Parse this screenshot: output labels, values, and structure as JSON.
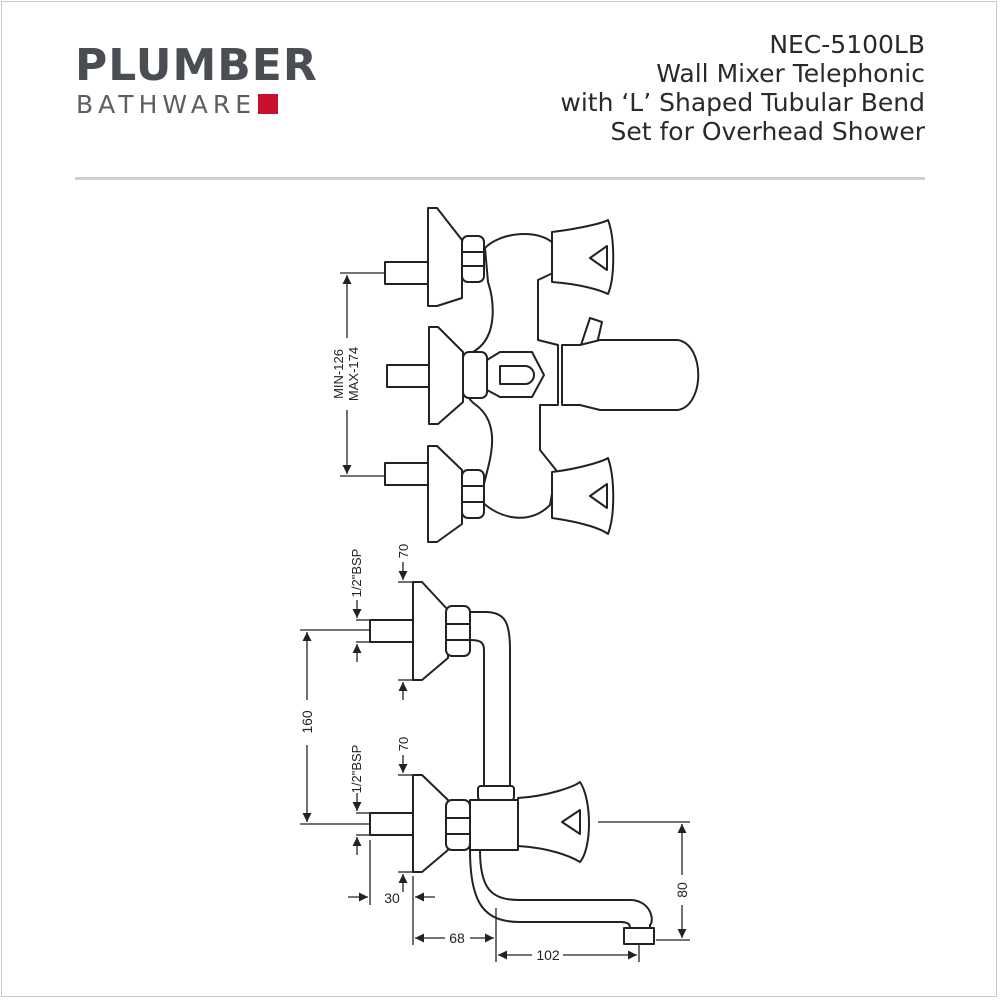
{
  "brand": {
    "name_line1": "PLUMBER",
    "name_line2": "BATHWARE",
    "accent_color": "#c8102e",
    "text_color": "#4a4e53"
  },
  "product": {
    "code": "NEC-5100LB",
    "title_lines": [
      "Wall Mixer Telephonic",
      "with ‘L’ Shaped Tubular Bend",
      "Set for Overhead Shower"
    ]
  },
  "dimensions": {
    "min_max_line1": "MIN-126",
    "min_max_line2": "MAX-174",
    "bsp_upper": "1/2\"BSP",
    "seventy_upper": "70",
    "bsp_lower": "1/2\"BSP",
    "seventy_lower": "70",
    "height_160": "160",
    "depth_30": "30",
    "width_68": "68",
    "width_102": "102",
    "height_80": "80"
  }
}
